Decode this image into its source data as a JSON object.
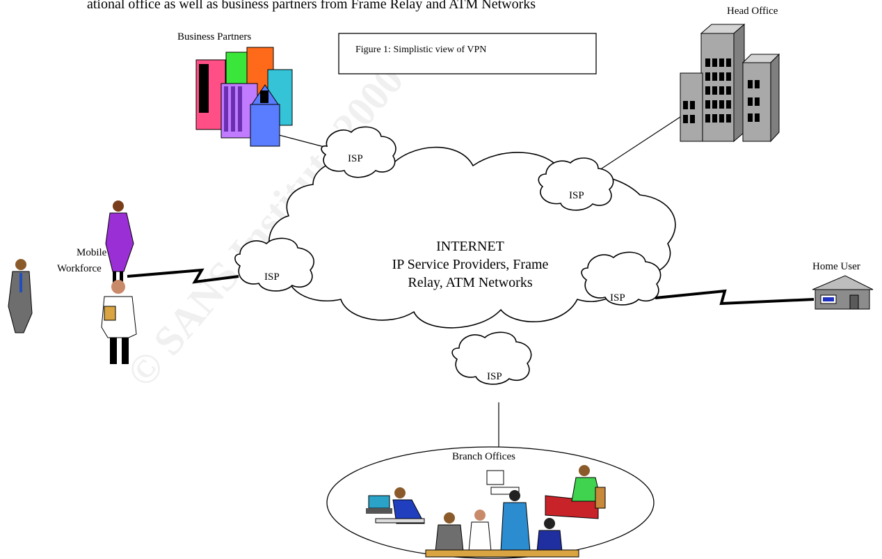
{
  "top_fragment": "ational office as well as business partners from Frame Relay and ATM Networks",
  "watermark": "© SANS Institute 2000",
  "figure_caption": "Figure 1: Simplistic view of VPN",
  "internet": {
    "title": "INTERNET",
    "line1": "IP Service Providers, Frame",
    "line2": "Relay, ATM Networks"
  },
  "isp_label": "ISP",
  "nodes": {
    "business_partners": "Business Partners",
    "head_office": "Head Office",
    "mobile_line1": "Mobile",
    "mobile_line2": "Workforce",
    "home_user": "Home User",
    "branch_offices": "Branch Offices"
  },
  "colors": {
    "line": "#000000",
    "building_gray": "#a9a9a9",
    "house_gray": "#8c8c8c",
    "partner_pink": "#ff4f86",
    "partner_orange": "#ff6a1a",
    "partner_purple": "#c07bff",
    "partner_blue": "#5a7cff",
    "partner_teal": "#35c3d8",
    "partner_green": "#39e639"
  }
}
